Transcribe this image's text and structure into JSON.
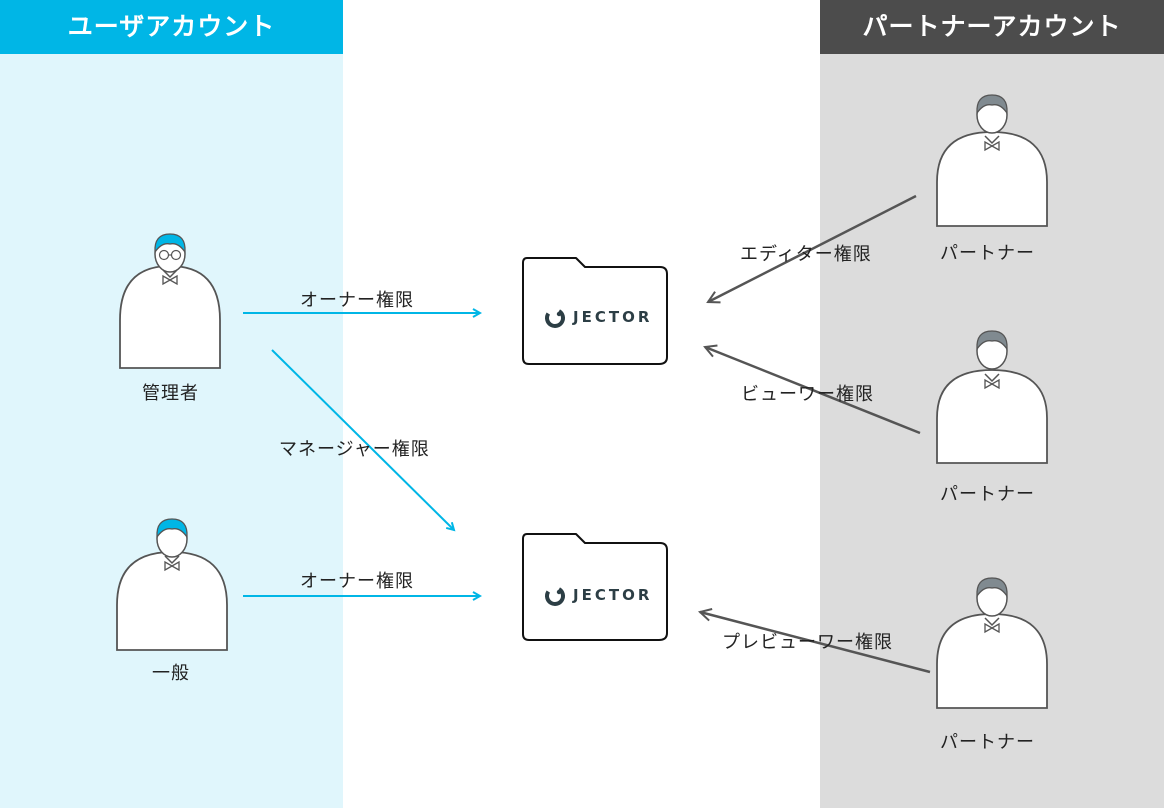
{
  "headers": {
    "user_accounts": "ユーザアカウント",
    "partner_accounts": "パートナーアカウント"
  },
  "people": {
    "admin": "管理者",
    "general": "一般",
    "partner_1": "パートナー",
    "partner_2": "パートナー",
    "partner_3": "パートナー"
  },
  "edges": {
    "admin_to_folder1": "オーナー権限",
    "admin_to_folder2": "マネージャー権限",
    "general_to_folder2": "オーナー権限",
    "partner1_to_folder1": "エディター権限",
    "partner2_to_folder1": "ビューワー権限",
    "partner3_to_folder2": "プレビューワー権限"
  },
  "folders": {
    "folder_1": "JECTOR",
    "folder_2": "JECTOR"
  },
  "colors": {
    "user_accent": "#00b6e6",
    "user_panel": "#e0f6fc",
    "partner_header": "#4c4c4c",
    "partner_panel": "#dcdcdc",
    "partner_hair": "#808a90",
    "line_gray": "#555555"
  },
  "icons": {
    "person": "person-icon",
    "folder": "folder-icon",
    "brand": "jector-logo-icon"
  }
}
